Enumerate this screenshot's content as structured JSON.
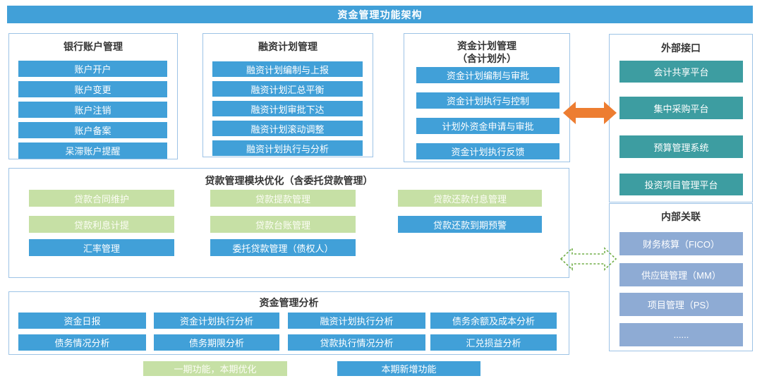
{
  "header": {
    "title": "资金管理功能架构"
  },
  "panels": {
    "bank": {
      "title": "银行账户管理",
      "items": [
        "账户开户",
        "账户变更",
        "账户注销",
        "账户备案",
        "呆滞账户提醒"
      ]
    },
    "financing": {
      "title": "融资计划管理",
      "items": [
        "融资计划编制与上报",
        "融资计划汇总平衡",
        "融资计划审批下达",
        "融资计划滚动调整",
        "融资计划执行与分析"
      ]
    },
    "fund_plan": {
      "title_line1": "资金计划管理",
      "title_line2": "（含计划外）",
      "items": [
        "资金计划编制与审批",
        "资金计划执行与控制",
        "计划外资金申请与审批",
        "资金计划执行反馈"
      ]
    },
    "loan": {
      "title": "贷款管理模块优化（含委托贷款管理）",
      "col1": [
        {
          "label": "贷款合同维护",
          "type": "optimized"
        },
        {
          "label": "贷款利息计提",
          "type": "optimized"
        },
        {
          "label": "汇率管理",
          "type": "new"
        }
      ],
      "col2": [
        {
          "label": "贷款提款管理",
          "type": "optimized"
        },
        {
          "label": "贷款台账管理",
          "type": "optimized"
        },
        {
          "label": "委托贷款管理（债权人）",
          "type": "new"
        }
      ],
      "col3": [
        {
          "label": "贷款还款付息管理",
          "type": "optimized"
        },
        {
          "label": "贷款还款到期预警",
          "type": "new"
        }
      ]
    },
    "analysis": {
      "title": "资金管理分析",
      "rows": [
        [
          "资金日报",
          "资金计划执行分析",
          "融资计划执行分析",
          "债务余额及成本分析"
        ],
        [
          "债务情况分析",
          "债务期限分析",
          "贷款执行情况分析",
          "汇兑损益分析"
        ]
      ]
    },
    "external": {
      "title": "外部接口",
      "items": [
        "会计共享平台",
        "集中采购平台",
        "预算管理系统",
        "投资项目管理平台"
      ]
    },
    "internal": {
      "title": "内部关联",
      "items": [
        "财务核算（FICO）",
        "供应链管理（MM）",
        "项目管理（PS）",
        "......"
      ]
    }
  },
  "legend": {
    "optimized": "一期功能，本期优化",
    "new": "本期新增功能"
  },
  "colors": {
    "blue": "#41A0D8",
    "green": "#C6E0A5",
    "teal": "#3D9DA1",
    "light_blue": "#8EABD4",
    "orange_arrow": "#ED7D31",
    "green_arrow": "#70AD47",
    "panel_border": "#9DC3E6"
  }
}
